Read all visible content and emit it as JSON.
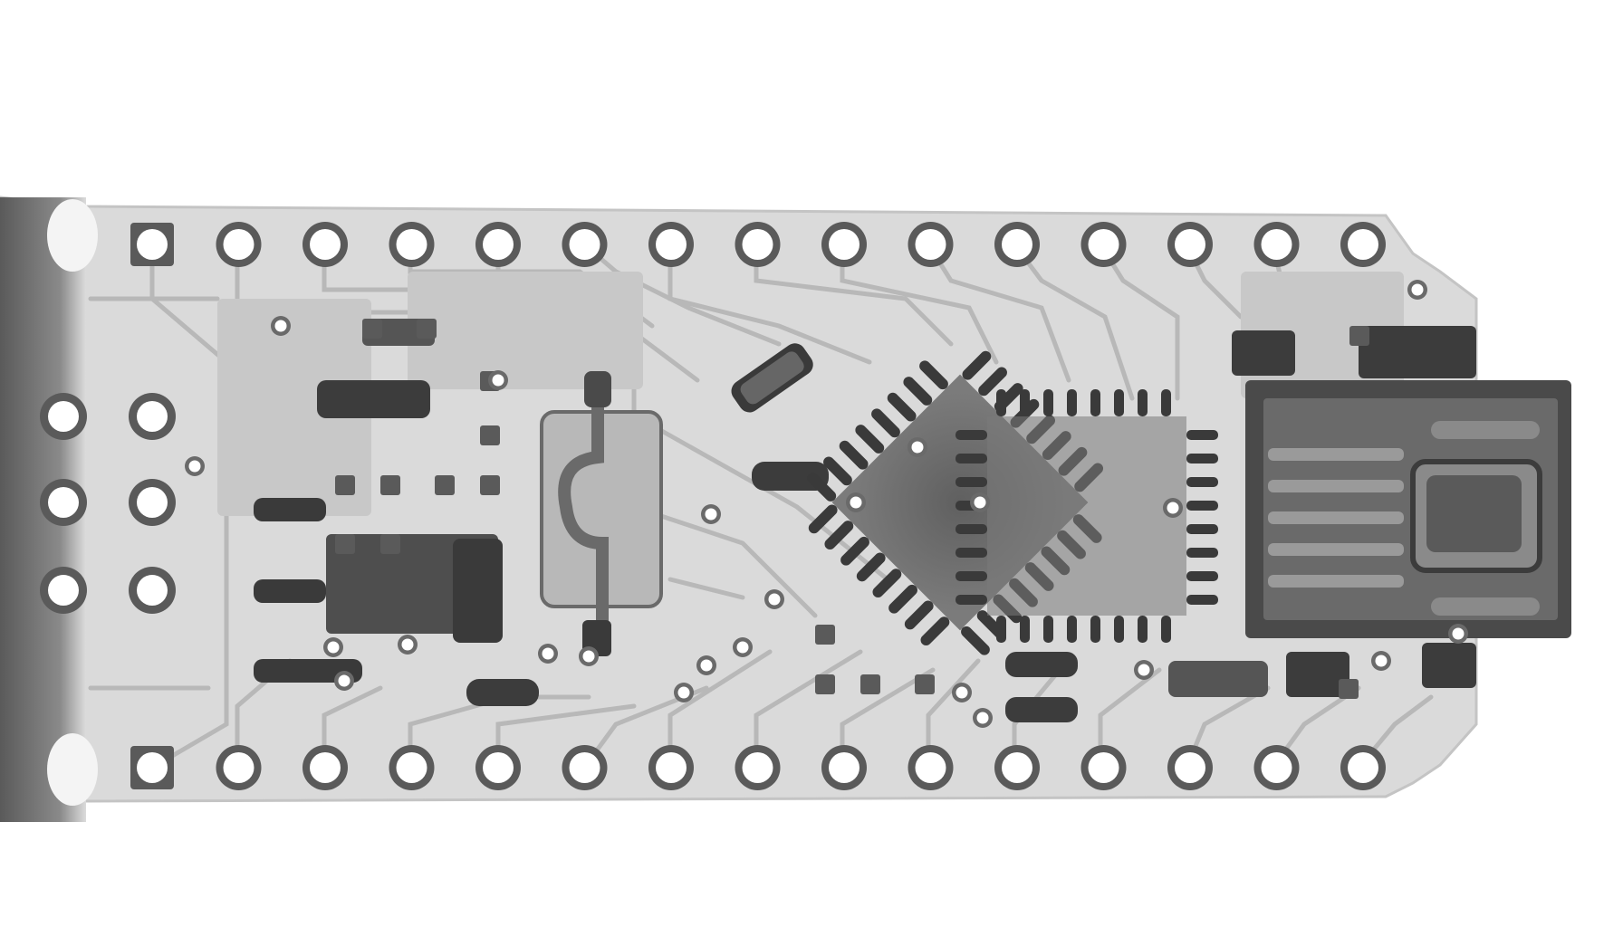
{
  "image": {
    "subject": "x-ray-pcb-board",
    "background_color": "#ffffff",
    "board_fill": "#d9d9d9",
    "board_outline": "#c6c6c6",
    "trace_color": "#b5b5b5",
    "copper_dark": "#4a4a4a",
    "component_dark": "#3a3a3a",
    "chip_body": "#585858",
    "hole_fill": "#ffffff",
    "holes_per_row": 15,
    "icsp_holes": 6
  }
}
